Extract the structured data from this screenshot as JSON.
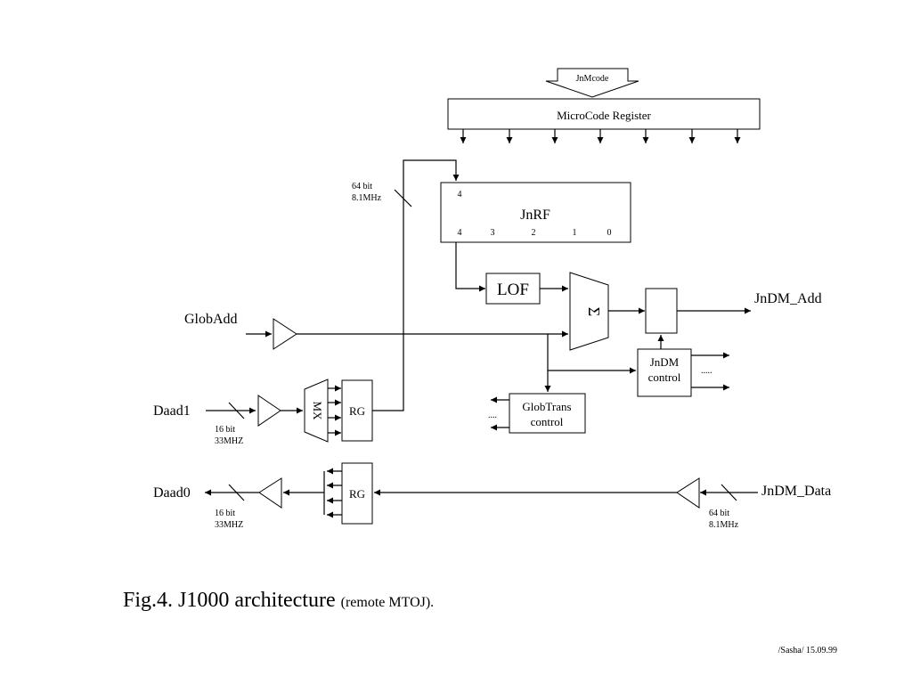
{
  "inputs": {
    "jnmcode": "JnMcode",
    "globadd": "GlobAdd",
    "daad1": "Daad1",
    "daad0": "Daad0",
    "jndm_data": "JnDM_Data"
  },
  "outputs": {
    "jndm_add": "JnDM_Add"
  },
  "blocks": {
    "microcode_register": "MicroCode Register",
    "jnrf": "JnRF",
    "jnrf_top_port": "4",
    "jnrf_ports": [
      "4",
      "3",
      "2",
      "1",
      "0"
    ],
    "lof": "LOF",
    "sigma": "Σ",
    "mx": "MX",
    "rg": "RG",
    "jndm_control": [
      "JnDM",
      "control"
    ],
    "globtrans_control": [
      "GlobTrans",
      "control"
    ]
  },
  "bus_labels": {
    "jnrf_in": [
      "64 bit",
      "8.1MHz"
    ],
    "daad1_in": [
      "16 bit",
      "33MHZ"
    ],
    "daad0_out": [
      "16 bit",
      "33MHZ"
    ],
    "jndm_data_in": [
      "64 bit",
      "8.1MHz"
    ]
  },
  "ellipsis": {
    "jndm_control": ".....",
    "globtrans": "...."
  },
  "caption": {
    "main": "Fig.4. J1000 architecture",
    "sub": "(remote MTOJ)."
  },
  "footer": "/Sasha/ 15.09.99"
}
